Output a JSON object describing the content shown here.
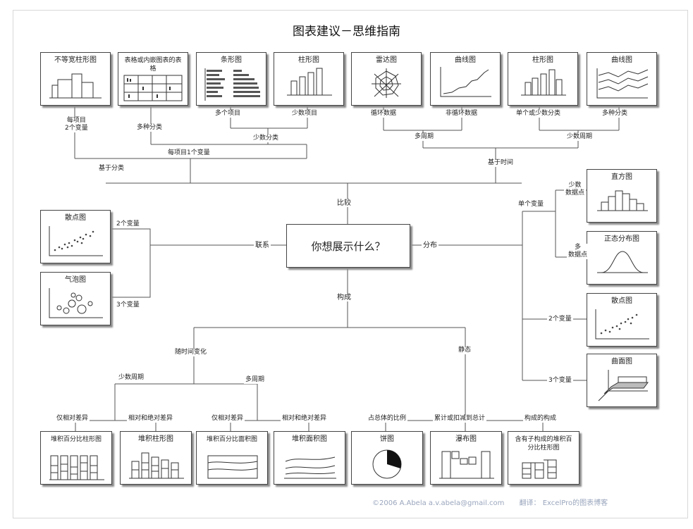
{
  "title": "图表建议－思维指南",
  "center": "你想展示什么？",
  "branches": {
    "compare": "比较",
    "relation": "联系",
    "distribution": "分布",
    "composition": "构成"
  },
  "top_boxes": [
    "不等宽柱形图",
    "表格或内嵌图表的表格",
    "条形图",
    "柱形图",
    "雷达图",
    "曲线图",
    "柱形图",
    "曲线图"
  ],
  "top_labels": {
    "per_item_two_vars": "每项目\n2个变量",
    "many_categories": "多种分类",
    "many_items": "多个项目",
    "few_items": "少数项目",
    "few_categories": "少数分类",
    "one_var_per_item": "每项目1个变量",
    "among_items": "基于分类",
    "cyclic": "循环数据",
    "noncyclic": "非循环数据",
    "many_periods": "多周期",
    "single_or_few": "单个或少数分类",
    "many_categories_2": "多种分类",
    "few_periods": "少数周期",
    "over_time": "基于时间"
  },
  "relation": {
    "boxes": [
      "散点图",
      "气泡图"
    ],
    "two_vars": "2个变量",
    "three_vars": "3个变量"
  },
  "distribution": {
    "single_var": "单个变量",
    "few_points": "少数\n数据点",
    "many_points": "多\n数据点",
    "two_vars": "2个变量",
    "three_vars": "3个变量",
    "boxes": [
      "直方图",
      "正态分布图",
      "散点图",
      "曲面图"
    ]
  },
  "composition": {
    "changing": "随时间变化",
    "static": "静态",
    "few_periods": "少数周期",
    "many_periods": "多周期",
    "labels": [
      "仅相对差异",
      "相对和绝对差异",
      "仅相对差异",
      "相对和绝对差异",
      "占总体的比例",
      "累计或扣减到总计",
      "构成的构成"
    ],
    "boxes": [
      "堆积百分比柱形图",
      "堆积柱形图",
      "堆积百分比面积图",
      "堆积面积图",
      "饼图",
      "瀑布图",
      "含有子构成的堆积百分比柱形图"
    ]
  },
  "footer": {
    "credit": "©2006 A.Abela  a.v.abela@gmail.com",
    "translator": "翻译：  ExcelPro的图表博客"
  }
}
